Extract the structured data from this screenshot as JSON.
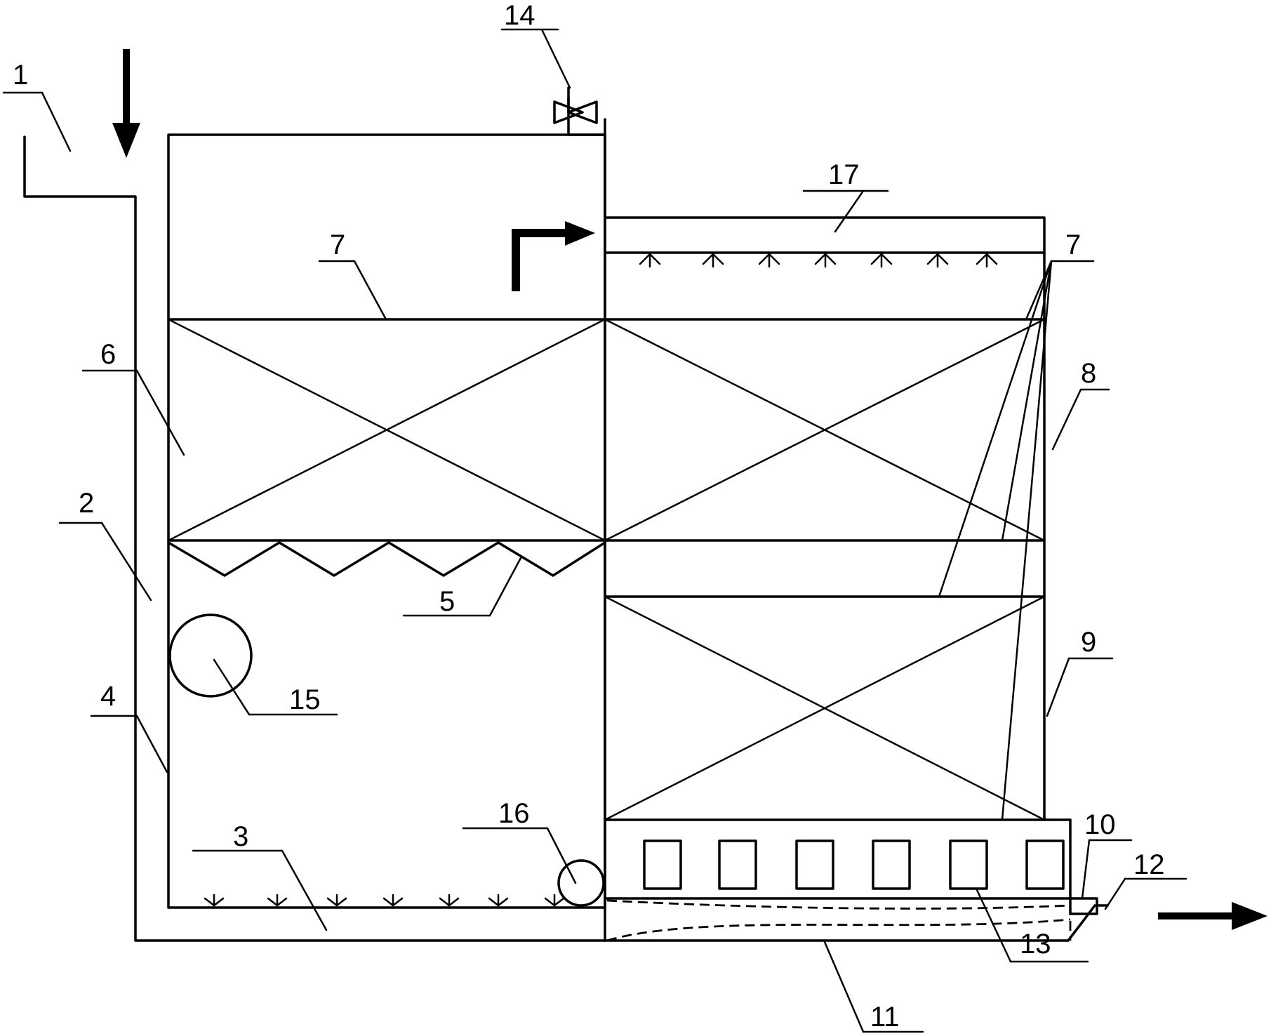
{
  "labels": {
    "l1": "1",
    "l2": "2",
    "l3": "3",
    "l4": "4",
    "l5": "5",
    "l6": "6",
    "l7a": "7",
    "l7b": "7",
    "l8": "8",
    "l9": "9",
    "l10": "10",
    "l11": "11",
    "l12": "12",
    "l13": "13",
    "l14": "14",
    "l15": "15",
    "l16": "16",
    "l17": "17"
  },
  "colors": {
    "stroke": "#000000",
    "background": "#ffffff"
  },
  "icons": [
    "inlet-arrow-icon",
    "valve-icon",
    "flow-arrow-icon",
    "outlet-arrow-icon",
    "spray-nozzle-icon"
  ]
}
